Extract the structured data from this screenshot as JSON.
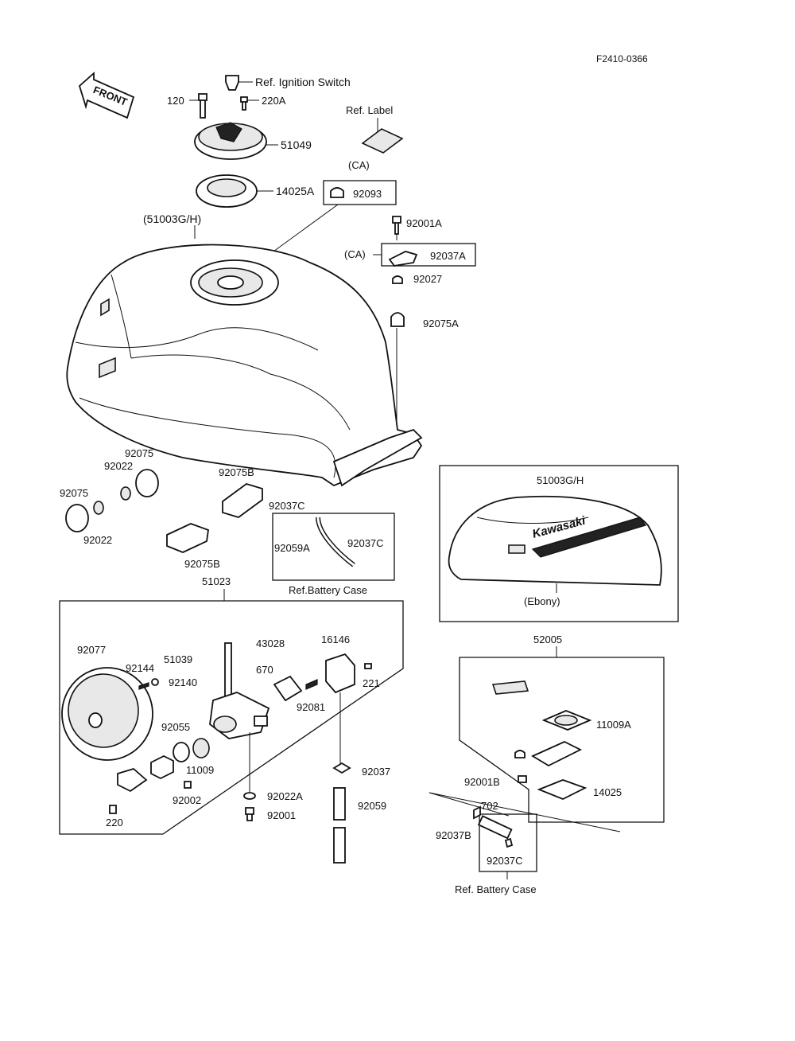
{
  "figure_code": "F2410-0366",
  "front_label": "FRONT",
  "callouts": {
    "ref_ignition_switch": "Ref. Ignition Switch",
    "p120": "120",
    "p220A": "220A",
    "ref_label": "Ref. Label",
    "p51049": "51049",
    "ca_top": "(CA)",
    "p14025A": "14025A",
    "p92093": "92093",
    "p51003GH_main": "(51003G/H)",
    "p92001A": "92001A",
    "ca_mid": "(CA)",
    "p92037A": "92037A",
    "p92027": "92027",
    "p92075A": "92075A",
    "p92075_a": "92075",
    "p92022_a": "92022",
    "p92075_b": "92075",
    "p92022_b": "92022",
    "p92075B_a": "92075B",
    "p92075B_b": "92075B",
    "p92037C_top": "92037C",
    "p92059A": "92059A",
    "p92037C_mid": "92037C",
    "ref_battery_case_1": "Ref.Battery Case",
    "p51003GH_ebony": "51003G/H",
    "ebony": "(Ebony)",
    "kawasaki": "Kawasaki",
    "p51023": "51023",
    "p92077": "92077",
    "p92144": "92144",
    "p92140": "92140",
    "p51039": "51039",
    "p43028": "43028",
    "p670": "670",
    "p16146": "16146",
    "p221": "221",
    "p92081": "92081",
    "p92055": "92055",
    "p11009": "11009",
    "p92002": "92002",
    "p220": "220",
    "p92022A": "92022A",
    "p92001": "92001",
    "p92037": "92037",
    "p92059": "92059",
    "p52005": "52005",
    "p11009A": "11009A",
    "p92001B": "92001B",
    "p14025": "14025",
    "p702": "702",
    "p92037B": "92037B",
    "p92037C_bot": "92037C",
    "ref_battery_case_2": "Ref. Battery Case"
  }
}
